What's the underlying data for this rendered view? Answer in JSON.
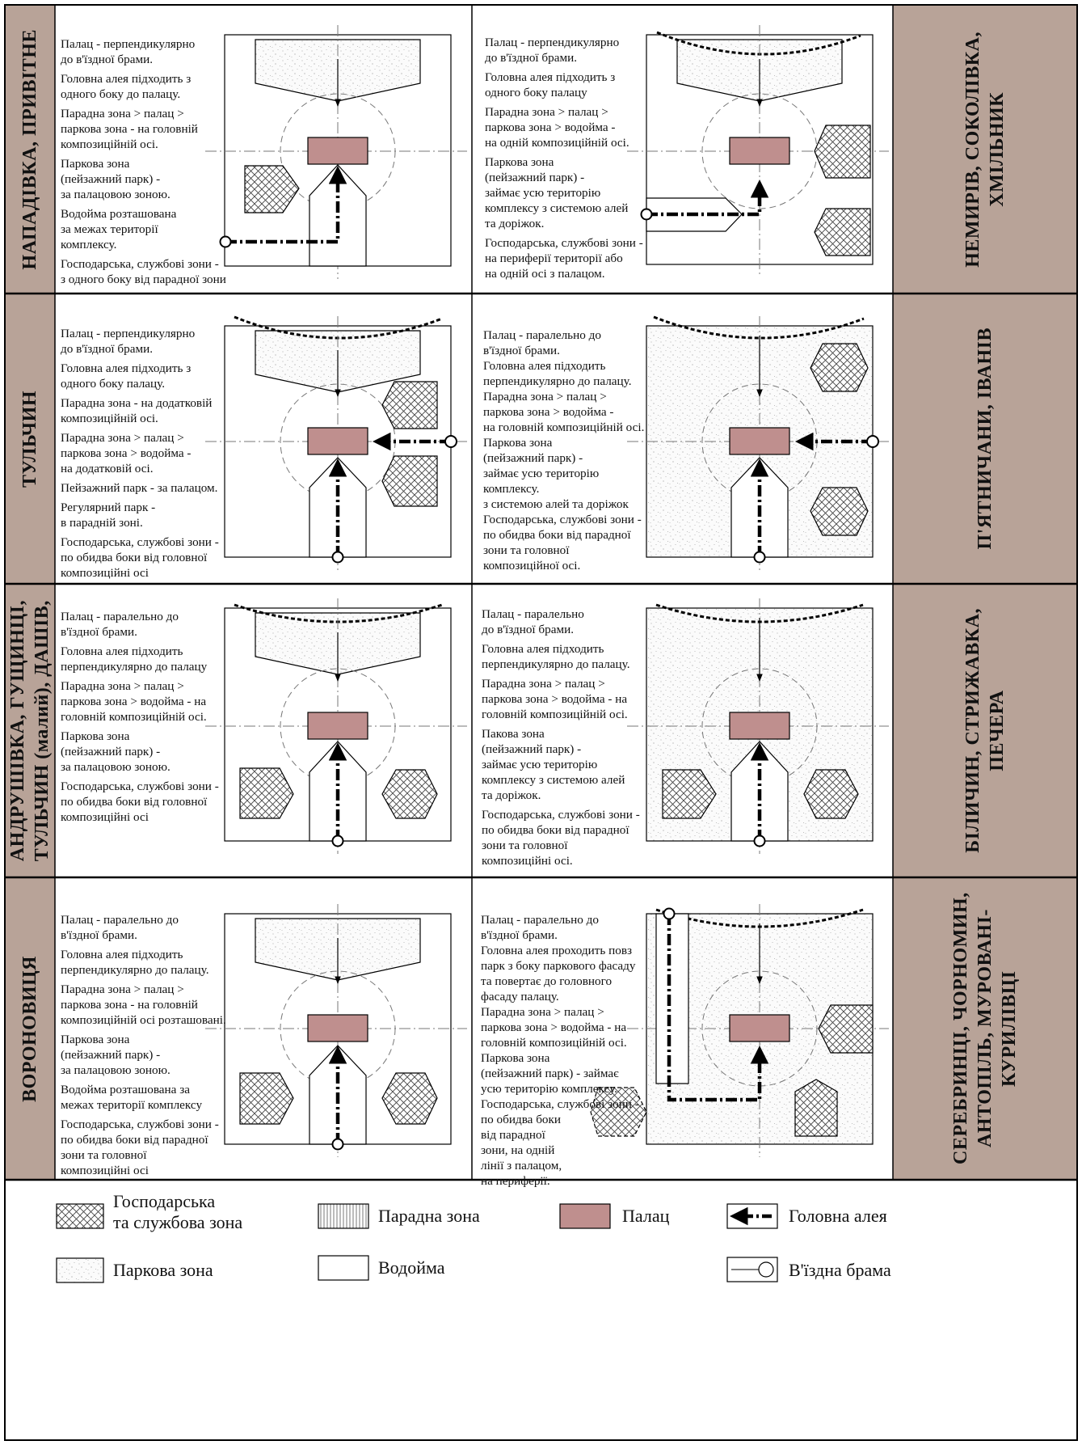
{
  "colors": {
    "label_band": "#b8a398",
    "palace": "#bf8f8e",
    "line": "#000000",
    "guide": "#777777"
  },
  "panels": [
    {
      "label": "НАПАДІВКА, ПРИВІТНЕ",
      "desc": [
        "Палац - перпендикулярно\nдо в'їздної брами.",
        "Головна алея підходить з\nодного боку до палацу.",
        "Парадна зона > палац >\nпаркова зона - на головній\nкомпозиційній осі.",
        "Паркова зона\n(пейзажний парк) -\nза палацовою зоною.",
        "Водойма розташована\nза межах території\nкомплексу.",
        "Господарська, службові зони -\nз одного боку від парадної зони"
      ]
    },
    {
      "label": "НЕМИРІВ, СОКОЛІВКА,\nХМІЛЬНИК",
      "desc": [
        "Палац - перпендикулярно\nдо в'їздної брами.",
        "Головна алея підходить з\nодного боку палацу",
        "Парадна зона > палац >\nпаркова зона > водойма -\nна одній композиційній осі.",
        "Паркова зона\n(пейзажний парк) -\nзаймає усю територію\nкомплексу з системою алей\nта доріжок.",
        "Господарська, службові зони -\nна периферії території або\nна одній осі з палацом."
      ]
    },
    {
      "label": "ТУЛЬЧИН",
      "desc": [
        "Палац - перпендикулярно\nдо в'їздної брами.",
        "Головна алея підходить з\nодного боку палацу.",
        "Парадна зона - на додатковій\nкомпозиційній осі.",
        "Парадна зона > палац >\nпаркова зона >  водойма -\nна додатковій осі.",
        "Пейзажний парк - за палацом.",
        "Регулярний парк -\nв парадній зоні.",
        "Господарська, службові зони -\nпо обидва боки від головної\nкомпозиційні осі"
      ]
    },
    {
      "label": "П'ЯТНИЧАНИ, ІВАНІВ",
      "desc": [
        "Палац -  паралельно до\nв'їздної брами.",
        "Головна алея підходить\nперпендикулярно до палацу.",
        "Парадна зона > палац >\nпаркова зона > водойма -\nна головній композиційній осі.",
        "Паркова зона\n(пейзажний парк) -\nзаймає усю територію\nкомплексу.\nз системою алей та доріжок",
        "Господарська, службові зони -\nпо обидва боки від парадної\nзони та головної\nкомпозиційної осі."
      ]
    },
    {
      "label": "АНДРУШІВКА, ГУЩИНЦІ,\nТУЛЬЧИН (малий), ДАШІВ,",
      "desc": [
        "Палац - паралельно до\nв'їздної брами.",
        "Головна алея підходить\nперпендикулярно до палацу",
        "Парадна зона > палац >\nпаркова зона > водойма - на\nголовній  композиційній осі.",
        "Паркова зона\n(пейзажний парк) -\nза палацовою зоною.",
        "Господарська, службові зони -\nпо обидва боки від головної\nкомпозиційні осі"
      ]
    },
    {
      "label": "БІЛИЧИН, СТРИЖАВКА,\nПЕЧЕРА",
      "desc": [
        "Палац - паралельно\nдо в'їздної брами.",
        "Головна алея підходить\nперпендикулярно до палацу.",
        "Парадна зона > палац >\nпаркова зона >  водойма - на\nголовній композиційній осі.",
        "Пакова зона\n(пейзажний парк) -\nзаймає усю територію\nкомплексу з системою алей\nта доріжок.",
        "Господарська, службові зони -\nпо обидва боки від парадної\nзони та головної\nкомпозиційні осі."
      ]
    },
    {
      "label": "ВОРОНОВИЦЯ",
      "desc": [
        "Палац - паралельно до\nв'їздної брами.",
        "Головна алея підходить\nперпендикулярно до палацу.",
        "Парадна зона > палац >\nпаркова зона - на головній\nкомпозиційній осі розташовані.",
        "Паркова зона\n(пейзажний парк) -\nза палацовою зоною.",
        "Водойма розташована за\nмежах території комплексу",
        "Господарська, службові зони -\nпо обидва боки від парадної\nзони та головної\nкомпозиційні осі"
      ]
    },
    {
      "label": "СЕРЕБРИНЦІ, ЧОРНОМИН,\nАНТОПІЛЬ, МУРОВАНІ-КУРИЛІВЦІ",
      "desc": [
        "Палац - паралельно до\nв'їздної брами.",
        "Головна алея проходить повз\nпарк з боку паркового фасаду\nта повертає до головного\nфасаду палацу.",
        "Парадна зона > палац >\nпаркова зона >  водойма - на\nголовній композиційній осі.",
        "Паркова зона\n(пейзажний парк) - займає\nусю територію комплексу.",
        "Господарська, службові зони -\nпо обидва боки\nвід парадної\nзони, на одній\nлінії з палацом,\nна периферії."
      ]
    }
  ],
  "legend": {
    "service": "Господарська\nта службова зона",
    "park": "Паркова зона",
    "front": "Парадна зона",
    "water": "Водойма",
    "palace": "Палац",
    "alley": "Головна алея",
    "gate": "В'їздна брама"
  }
}
